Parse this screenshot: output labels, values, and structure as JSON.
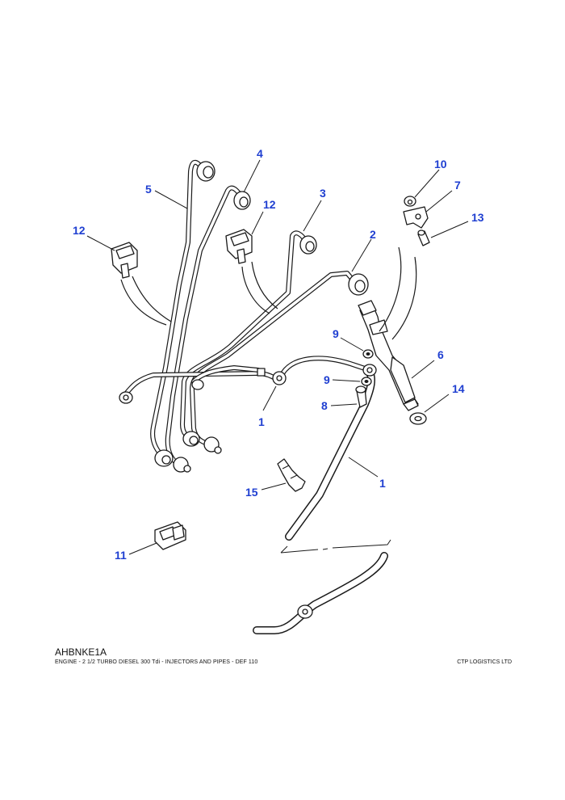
{
  "callouts": [
    {
      "id": "c-4",
      "label": "4"
    },
    {
      "id": "c-5",
      "label": "5"
    },
    {
      "id": "c-3",
      "label": "3"
    },
    {
      "id": "c-12a",
      "label": "12"
    },
    {
      "id": "c-12b",
      "label": "12"
    },
    {
      "id": "c-2",
      "label": "2"
    },
    {
      "id": "c-10",
      "label": "10"
    },
    {
      "id": "c-7",
      "label": "7"
    },
    {
      "id": "c-13",
      "label": "13"
    },
    {
      "id": "c-9a",
      "label": "9"
    },
    {
      "id": "c-9b",
      "label": "9"
    },
    {
      "id": "c-6",
      "label": "6"
    },
    {
      "id": "c-8",
      "label": "8"
    },
    {
      "id": "c-14",
      "label": "14"
    },
    {
      "id": "c-1a",
      "label": "1"
    },
    {
      "id": "c-1b",
      "label": "1"
    },
    {
      "id": "c-15",
      "label": "15"
    },
    {
      "id": "c-11",
      "label": "11"
    }
  ],
  "footer": {
    "code": "AHBNKE1A",
    "title": "ENGINE - 2 1/2 TURBO DIESEL 300 Tdi - INJECTORS AND PIPES - DEF 110",
    "company": "CTP LOGISTICS LTD"
  },
  "colors": {
    "callout": "#1f3fd1",
    "line": "#1a1a1a",
    "background": "#ffffff"
  }
}
